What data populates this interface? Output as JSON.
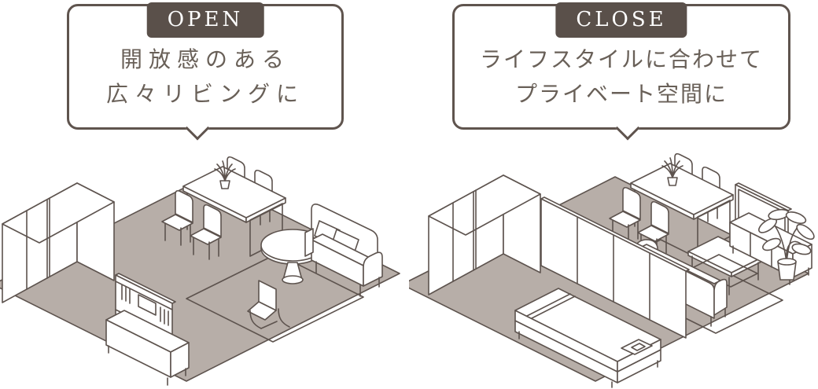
{
  "colors": {
    "background": "#ffffff",
    "outline": "#5d534e",
    "floor": "#b7aea8",
    "bubble_border": "#5f544e",
    "badge_background": "#5a504a",
    "badge_text": "#ffffff",
    "caption_text": "#696058"
  },
  "panels": [
    {
      "badge": "OPEN",
      "caption_lines": [
        "開放感のある",
        "広々リビングに"
      ],
      "illustration": "open-living-room"
    },
    {
      "badge": "CLOSE",
      "caption_lines": [
        "ライフスタイルに合わせて",
        "プライベート空間に"
      ],
      "illustration": "partitioned-private-room"
    }
  ]
}
